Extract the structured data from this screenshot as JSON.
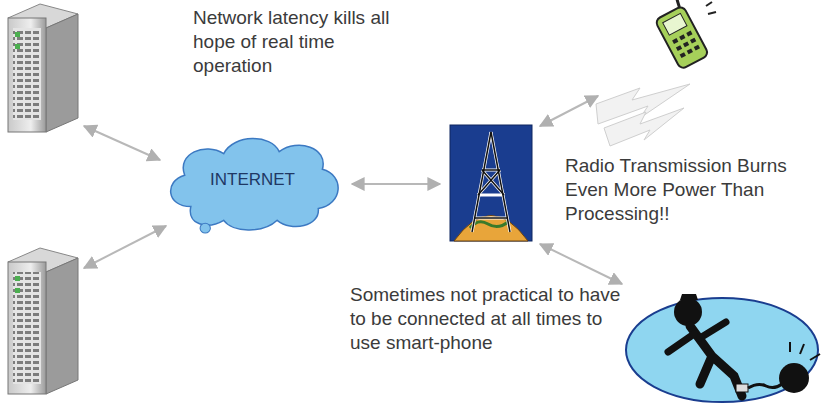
{
  "diagram": {
    "nodes": [
      {
        "text": [
          "INTERNET"
        ]
      }
    ],
    "labels": [
      "Network latency kills all hope of real time operation",
      "Radio Transmission Burns Even More Power Than Processing!!",
      "Sometimes not practical to have to be connected at all times to use smart-phone"
    ]
  }
}
